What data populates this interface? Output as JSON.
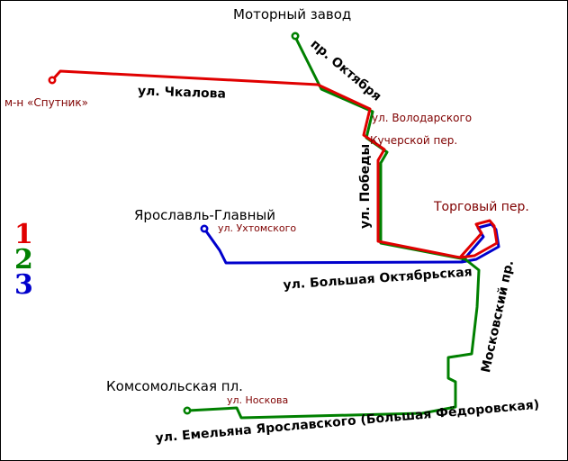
{
  "legend": {
    "routes": [
      {
        "number": "1",
        "color": "#e00000"
      },
      {
        "number": "2",
        "color": "#008000"
      },
      {
        "number": "3",
        "color": "#0000cc"
      }
    ]
  },
  "termini": {
    "motorny": "Моторный завод",
    "glavny": "Ярославль-Главный",
    "komsomolskaya": "Комсомольская пл."
  },
  "stops": {
    "sputnik": "м-н «Спутник»",
    "volodarskogo": "ул. Володарского",
    "kucherskoy": "Кучерской пер.",
    "ukhtomskogo": "ул. Ухтомского",
    "torgovy": "Торговый пер.",
    "noskova": "ул. Носкова"
  },
  "streets": {
    "chkalova": "ул. Чкалова",
    "oktyabrya": "пр. Октября",
    "pobedy": "ул. Победы",
    "bolshaya_oktyabrskaya": "ул. Большая Октябрьская",
    "moskovsky": "Московский пр.",
    "yaroslavskogo": "ул. Емельяна Ярославского (Большая Фёдоровская)"
  },
  "colors": {
    "route1": "#e00000",
    "route2": "#008000",
    "route3": "#0000cc",
    "stop_label": "#7f0000",
    "street_label": "#000000"
  }
}
